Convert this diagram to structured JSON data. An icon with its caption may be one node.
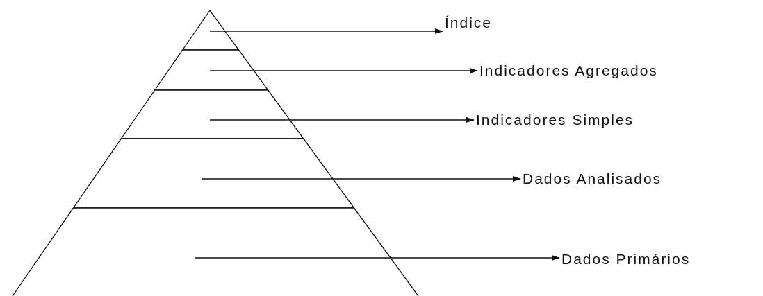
{
  "diagram": {
    "nodes": [
      {
        "text": [],
        "shape": "triangle"
      },
      {
        "text": [],
        "shape": "trapezoid"
      },
      {
        "text": [],
        "shape": "trapezoid"
      },
      {
        "text": [],
        "shape": "trapezoid"
      },
      {
        "text": [],
        "shape": "trapezoid"
      },
      {
        "text": [
          "Índice"
        ]
      },
      {
        "text": [
          "Indicadores Agregados"
        ]
      },
      {
        "text": [
          "Indicadores Simples"
        ]
      },
      {
        "text": [
          "Dados Analisados"
        ]
      },
      {
        "text": [
          "Dados Primários"
        ]
      }
    ],
    "edges": [
      {
        "from": 0,
        "to": 5,
        "arrow": "to"
      },
      {
        "from": 1,
        "to": 6,
        "arrow": "to"
      },
      {
        "from": 2,
        "to": 7,
        "arrow": "to"
      },
      {
        "from": 3,
        "to": 8,
        "arrow": "to"
      },
      {
        "from": 4,
        "to": 9,
        "arrow": "to"
      }
    ]
  }
}
